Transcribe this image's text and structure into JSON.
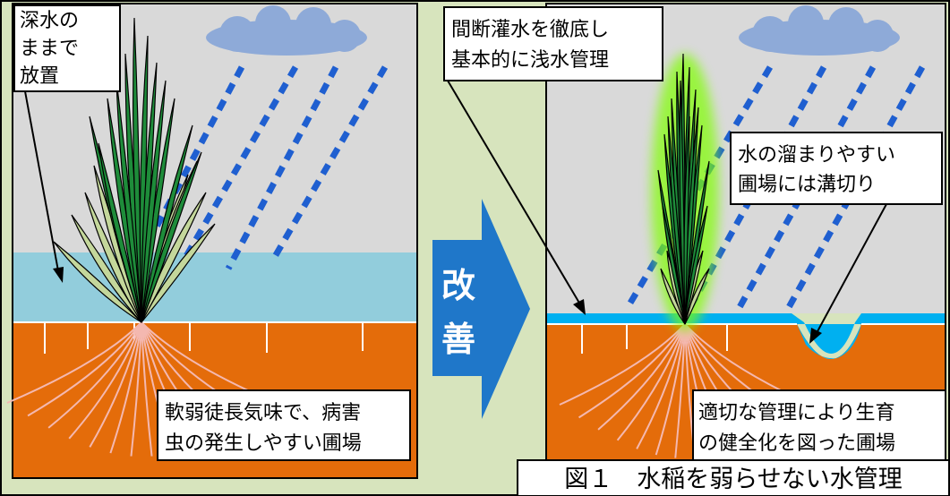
{
  "left_panel": {
    "callout": [
      "深水の",
      "ままで",
      "放置"
    ],
    "caption": [
      "軟弱徒長気味で、病害",
      "虫の発生しやすい圃場"
    ]
  },
  "arrow": {
    "chars": [
      "改",
      "善"
    ]
  },
  "right_panel": {
    "top_callout": [
      "間断灌水を徹底し",
      "基本的に浅水管理"
    ],
    "ditch_callout": [
      "水の溜まりやすい",
      "圃場には溝切り"
    ],
    "caption": [
      "適切な管理により生育",
      "の健全化を図った圃場"
    ]
  },
  "figure_title": "図１　水稲を弱らせない水管理",
  "colors": {
    "background": "#d7e4bd",
    "sky": "#d9d9d9",
    "deep_water": "#92cddc",
    "shallow_water": "#00b0f0",
    "soil": "#e46c0a",
    "arrow": "#1f77c9",
    "cloud": "#8eaad8",
    "rain": "#1f5fd0",
    "leaf": "#1e8c3a",
    "old_leaf": "#c4d79b",
    "glow": "#7fff00"
  }
}
